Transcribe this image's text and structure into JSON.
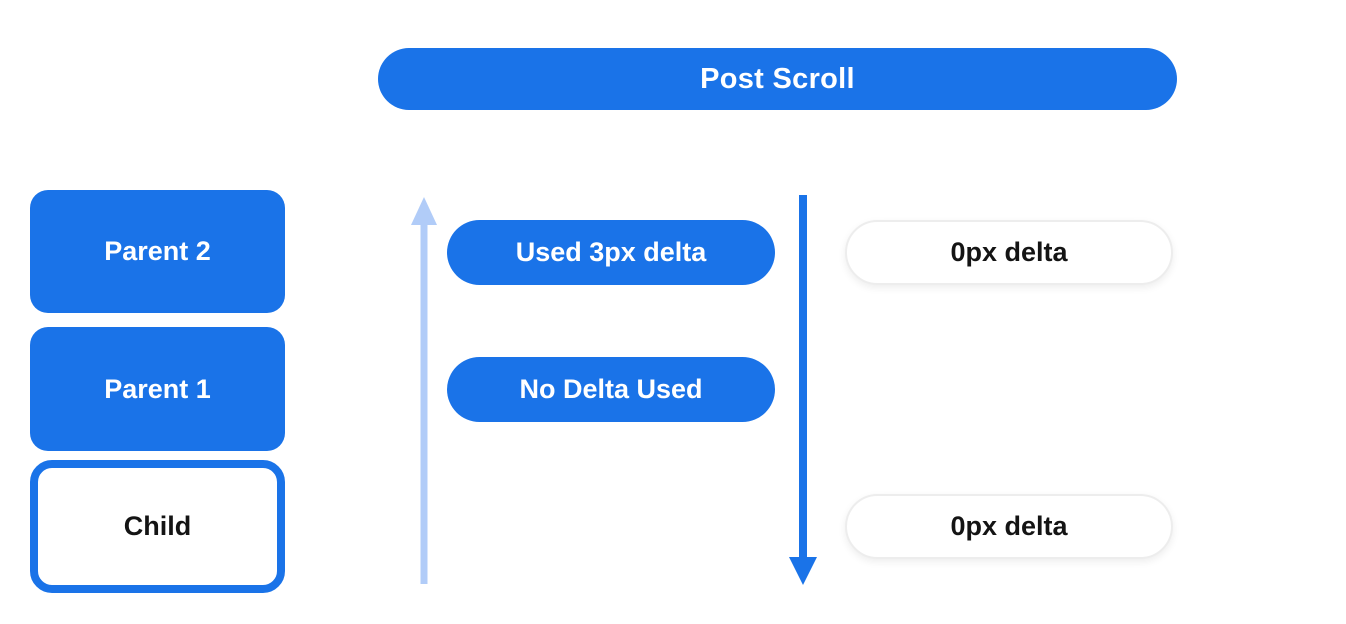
{
  "header": {
    "title": "Post Scroll"
  },
  "left_stack": {
    "parent2_label": "Parent 2",
    "parent1_label": "Parent 1",
    "child_label": "Child"
  },
  "middle_column": {
    "used_delta_label": "Used 3px delta",
    "no_delta_label": "No Delta Used"
  },
  "right_column": {
    "zero_delta_top_label": "0px delta",
    "zero_delta_bottom_label": "0px delta"
  },
  "icons": {
    "up_arrow": "scroll-up-arrow",
    "down_arrow": "scroll-down-arrow"
  },
  "colors": {
    "primary_blue": "#1a73e8",
    "light_blue_arrow": "#b1ccf8",
    "white": "#ffffff",
    "dark_text": "#141414",
    "white_pill_border": "#ededed"
  }
}
